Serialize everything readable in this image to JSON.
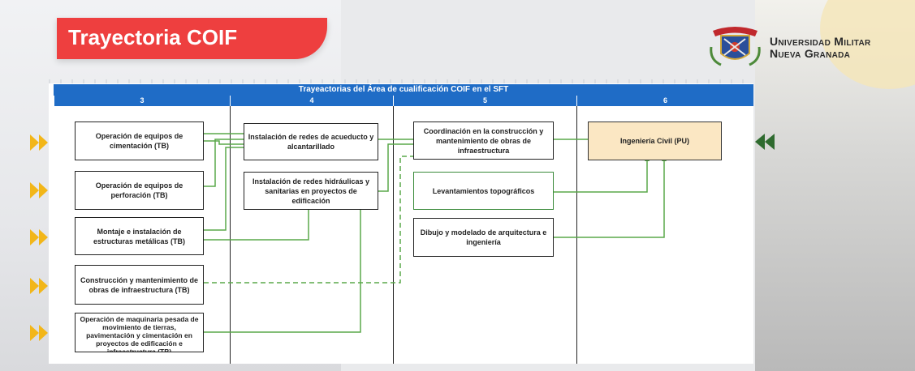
{
  "header": {
    "title": "Trayectoria COIF",
    "university_line1": "Universidad Militar",
    "university_line2": "Nueva Granada",
    "logo_icon": "university-crest-icon"
  },
  "diagram": {
    "banner": "Trayeactorias del Área de cualificación  COIF en el  SFT",
    "columns": [
      "3",
      "4",
      "5",
      "6"
    ],
    "nodes": {
      "op_cimentacion": "Operación de equipos de cimentación (TB)",
      "op_perforacion": "Operación de equipos de perforación (TB)",
      "montaje": "Montaje e instalación de estructuras metálicas (TB)",
      "construccion": "Construcción y mantenimiento de obras de infraestructura (TB)",
      "maquinaria": "Operación de maquinaria pesada de movimiento de tierras, pavimentación y cimentación en proyectos de edificación e infraestructura (TB)",
      "redes_acueducto": "Instalación de redes de acueducto y alcantarillado",
      "redes_hidraulicas": "Instalación de redes hidráulicas y sanitarias en proyectos de edificación",
      "coordinacion": "Coordinación en la construcción y mantenimiento de obras de infraestructura",
      "levantamientos": "Levantamientos topográficos",
      "dibujo": "Dibujo y modelado de arquitectura e ingeniería",
      "ingenieria": "Ingeniería Civil (PU)"
    },
    "colors": {
      "banner": "#1f6cc6",
      "title_red": "#ee3f3f",
      "entry_arrow": "#f2b619",
      "exit_arrow": "#2f6b2f",
      "link": "#5aa84a",
      "target_fill": "#fbe7c3"
    }
  }
}
